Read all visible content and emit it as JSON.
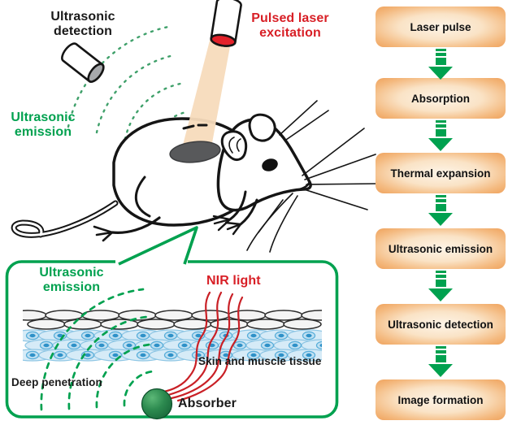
{
  "figure": {
    "main": {
      "ultrasonic_detection_label": "Ultrasonic detection",
      "pulsed_laser_label": "Pulsed laser excitation",
      "ultrasonic_emission_label": "Ultrasonic emission"
    },
    "inset": {
      "ultrasonic_emission_label": "Ultrasonic emission",
      "nir_light_label": "NIR light",
      "skin_muscle_label": "Skin and muscle tissue",
      "deep_penetration_label": "Deep penetration",
      "absorber_label": "Absorber"
    },
    "flowchart": {
      "steps": [
        {
          "label": "Laser pulse"
        },
        {
          "label": "Absorption"
        },
        {
          "label": "Thermal expansion"
        },
        {
          "label": "Ultrasonic emission"
        },
        {
          "label": "Ultrasonic detection"
        },
        {
          "label": "Image formation"
        }
      ]
    },
    "colors": {
      "green": "#00A14F",
      "red_label": "#D81F26",
      "laser_face_red": "#E3222A",
      "beam": "#F7DBBC",
      "box_edge_orange": "#EFA25C",
      "box_center": "#FDF4E7",
      "muscle_blue": "#D6EBF7",
      "nucleus_blue": "#2E91C8",
      "absorber_green_dark": "#1B6B3C",
      "detector_gray": "#A7A9AC",
      "spot_gray": "#58595B",
      "wave_green": "#3FA06A",
      "nir_red": "#C92026"
    }
  }
}
